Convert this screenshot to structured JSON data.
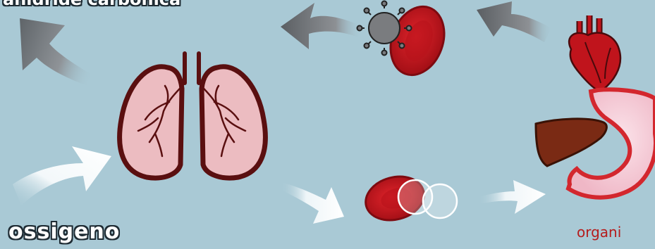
{
  "labels": {
    "carbon_dioxide": "anidride carbonica",
    "oxygen": "ossigeno",
    "organs": "organi"
  },
  "colors": {
    "background": "#a9c9d5",
    "lung_fill": "#ecbcc1",
    "lung_outline": "#5a0f10",
    "blood_cell": "#c8141c",
    "organ_red": "#b51c1c",
    "liver": "#7a2a14",
    "stomach_fill": "#f4c8d4",
    "co2_arrow": "#6d7175",
    "oxygen_arrow": "#ffffff"
  },
  "icons": {
    "lungs": "lungs-icon",
    "heart": "heart-icon",
    "liver": "liver-icon",
    "stomach": "stomach-icon",
    "co2_molecule": "co2-molecule-icon",
    "red_blood_cell": "red-blood-cell-icon"
  }
}
